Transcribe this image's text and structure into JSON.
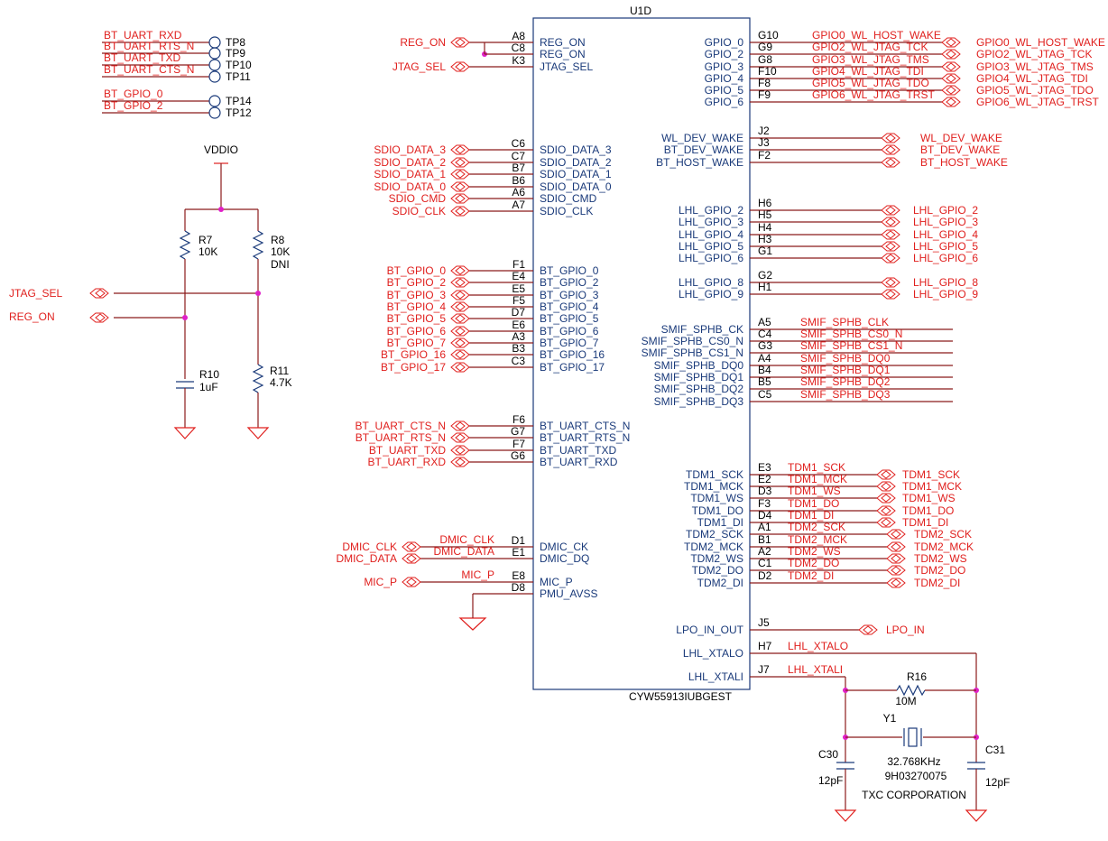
{
  "chip": {
    "ref": "U1D",
    "part": "CYW55913IUBGEST",
    "left_pins": [
      {
        "num": "A8",
        "name": "REG_ON",
        "net": "REG_ON",
        "port": true
      },
      {
        "num": "C8",
        "name": "REG_ON",
        "net": "",
        "port": false
      },
      {
        "num": "K3",
        "name": "JTAG_SEL",
        "net": "JTAG_SEL",
        "port": true
      },
      {
        "num": "C6",
        "name": "SDIO_DATA_3",
        "net": "SDIO_DATA_3",
        "port": true
      },
      {
        "num": "C7",
        "name": "SDIO_DATA_2",
        "net": "SDIO_DATA_2",
        "port": true
      },
      {
        "num": "B7",
        "name": "SDIO_DATA_1",
        "net": "SDIO_DATA_1",
        "port": true
      },
      {
        "num": "B6",
        "name": "SDIO_DATA_0",
        "net": "SDIO_DATA_0",
        "port": true
      },
      {
        "num": "A6",
        "name": "SDIO_CMD",
        "net": "SDIO_CMD",
        "port": true
      },
      {
        "num": "A7",
        "name": "SDIO_CLK",
        "net": "SDIO_CLK",
        "port": true
      },
      {
        "num": "F1",
        "name": "BT_GPIO_0",
        "net": "BT_GPIO_0",
        "port": true
      },
      {
        "num": "E4",
        "name": "BT_GPIO_2",
        "net": "BT_GPIO_2",
        "port": true
      },
      {
        "num": "E5",
        "name": "BT_GPIO_3",
        "net": "BT_GPIO_3",
        "port": true
      },
      {
        "num": "F5",
        "name": "BT_GPIO_4",
        "net": "BT_GPIO_4",
        "port": true
      },
      {
        "num": "D7",
        "name": "BT_GPIO_5",
        "net": "BT_GPIO_5",
        "port": true
      },
      {
        "num": "E6",
        "name": "BT_GPIO_6",
        "net": "BT_GPIO_6",
        "port": true
      },
      {
        "num": "A3",
        "name": "BT_GPIO_7",
        "net": "BT_GPIO_7",
        "port": true
      },
      {
        "num": "B3",
        "name": "BT_GPIO_16",
        "net": "BT_GPIO_16",
        "port": true
      },
      {
        "num": "C3",
        "name": "BT_GPIO_17",
        "net": "BT_GPIO_17",
        "port": true
      },
      {
        "num": "F6",
        "name": "BT_UART_CTS_N",
        "net": "BT_UART_CTS_N",
        "port": true
      },
      {
        "num": "G7",
        "name": "BT_UART_RTS_N",
        "net": "BT_UART_RTS_N",
        "port": true
      },
      {
        "num": "F7",
        "name": "BT_UART_TXD",
        "net": "BT_UART_TXD",
        "port": true
      },
      {
        "num": "G6",
        "name": "BT_UART_RXD",
        "net": "BT_UART_RXD",
        "port": true
      },
      {
        "num": "D1",
        "name": "DMIC_CK",
        "net": "DMIC_CLK",
        "port": true,
        "wire_label": "DMIC_CLK"
      },
      {
        "num": "E1",
        "name": "DMIC_DQ",
        "net": "DMIC_DATA",
        "port": true,
        "wire_label": "DMIC_DATA"
      },
      {
        "num": "E8",
        "name": "MIC_P",
        "net": "MIC_P",
        "port": true,
        "wire_label": "MIC_P"
      },
      {
        "num": "D8",
        "name": "PMU_AVSS",
        "net": "",
        "port": false
      }
    ],
    "right_pins": [
      {
        "num": "G10",
        "name": "GPIO_0",
        "wire_label": "GPIO0_WL_HOST_WAKE",
        "net": "GPIO0_WL_HOST_WAKE"
      },
      {
        "num": "G9",
        "name": "GPIO_2",
        "wire_label": "GPIO2_WL_JTAG_TCK",
        "net": "GPIO2_WL_JTAG_TCK"
      },
      {
        "num": "G8",
        "name": "GPIO_3",
        "wire_label": "GPIO3_WL_JTAG_TMS",
        "net": "GPIO3_WL_JTAG_TMS"
      },
      {
        "num": "F10",
        "name": "GPIO_4",
        "wire_label": "GPIO4_WL_JTAG_TDI",
        "net": "GPIO4_WL_JTAG_TDI"
      },
      {
        "num": "F8",
        "name": "GPIO_5",
        "wire_label": "GPIO5_WL_JTAG_TDO",
        "net": "GPIO5_WL_JTAG_TDO"
      },
      {
        "num": "F9",
        "name": "GPIO_6",
        "wire_label": "GPIO6_WL_JTAG_TRST",
        "net": "GPIO6_WL_JTAG_TRST"
      },
      {
        "num": "J2",
        "name": "WL_DEV_WAKE",
        "wire_label": "",
        "net": "WL_DEV_WAKE"
      },
      {
        "num": "J3",
        "name": "BT_DEV_WAKE",
        "wire_label": "",
        "net": "BT_DEV_WAKE"
      },
      {
        "num": "F2",
        "name": "BT_HOST_WAKE",
        "wire_label": "",
        "net": "BT_HOST_WAKE"
      },
      {
        "num": "H6",
        "name": "LHL_GPIO_2",
        "wire_label": "",
        "net": "LHL_GPIO_2"
      },
      {
        "num": "H5",
        "name": "LHL_GPIO_3",
        "wire_label": "",
        "net": "LHL_GPIO_3"
      },
      {
        "num": "H4",
        "name": "LHL_GPIO_4",
        "wire_label": "",
        "net": "LHL_GPIO_4"
      },
      {
        "num": "H3",
        "name": "LHL_GPIO_5",
        "wire_label": "",
        "net": "LHL_GPIO_5"
      },
      {
        "num": "G1",
        "name": "LHL_GPIO_6",
        "wire_label": "",
        "net": "LHL_GPIO_6"
      },
      {
        "num": "G2",
        "name": "LHL_GPIO_8",
        "wire_label": "",
        "net": "LHL_GPIO_8"
      },
      {
        "num": "H1",
        "name": "LHL_GPIO_9",
        "wire_label": "",
        "net": "LHL_GPIO_9"
      },
      {
        "num": "A5",
        "name": "SMIF_SPHB_CK",
        "wire_label": "SMIF_SPHB_CLK",
        "net": ""
      },
      {
        "num": "C4",
        "name": "SMIF_SPHB_CS0_N",
        "wire_label": "SMIF_SPHB_CS0_N",
        "net": ""
      },
      {
        "num": "G3",
        "name": "SMIF_SPHB_CS1_N",
        "wire_label": "SMIF_SPHB_CS1_N",
        "net": ""
      },
      {
        "num": "A4",
        "name": "SMIF_SPHB_DQ0",
        "wire_label": "SMIF_SPHB_DQ0",
        "net": ""
      },
      {
        "num": "B4",
        "name": "SMIF_SPHB_DQ1",
        "wire_label": "SMIF_SPHB_DQ1",
        "net": ""
      },
      {
        "num": "B5",
        "name": "SMIF_SPHB_DQ2",
        "wire_label": "SMIF_SPHB_DQ2",
        "net": ""
      },
      {
        "num": "C5",
        "name": "SMIF_SPHB_DQ3",
        "wire_label": "SMIF_SPHB_DQ3",
        "net": ""
      },
      {
        "num": "E3",
        "name": "TDM1_SCK",
        "wire_label": "TDM1_SCK",
        "net": "TDM1_SCK"
      },
      {
        "num": "E2",
        "name": "TDM1_MCK",
        "wire_label": "TDM1_MCK",
        "net": "TDM1_MCK"
      },
      {
        "num": "D3",
        "name": "TDM1_WS",
        "wire_label": "TDM1_WS",
        "net": "TDM1_WS"
      },
      {
        "num": "F3",
        "name": "TDM1_DO",
        "wire_label": "TDM1_DO",
        "net": "TDM1_DO"
      },
      {
        "num": "D4",
        "name": "TDM1_DI",
        "wire_label": "TDM1_DI",
        "net": "TDM1_DI"
      },
      {
        "num": "A1",
        "name": "TDM2_SCK",
        "wire_label": "TDM2_SCK",
        "net": "TDM2_SCK"
      },
      {
        "num": "B1",
        "name": "TDM2_MCK",
        "wire_label": "TDM2_MCK",
        "net": "TDM2_MCK"
      },
      {
        "num": "A2",
        "name": "TDM2_WS",
        "wire_label": "TDM2_WS",
        "net": "TDM2_WS"
      },
      {
        "num": "C1",
        "name": "TDM2_DO",
        "wire_label": "TDM2_DO",
        "net": "TDM2_DO"
      },
      {
        "num": "D2",
        "name": "TDM2_DI",
        "wire_label": "TDM2_DI",
        "net": "TDM2_DI"
      },
      {
        "num": "J5",
        "name": "LPO_IN_OUT",
        "wire_label": "",
        "net": "LPO_IN"
      },
      {
        "num": "H7",
        "name": "LHL_XTALO",
        "wire_label": "LHL_XTALO",
        "net": ""
      },
      {
        "num": "J7",
        "name": "LHL_XTALI",
        "wire_label": "LHL_XTALI",
        "net": ""
      }
    ]
  },
  "test_points": [
    {
      "net": "BT_UART_RXD",
      "tp": "TP8"
    },
    {
      "net": "BT_UART_RTS_N",
      "tp": "TP9"
    },
    {
      "net": "BT_UART_TXD",
      "tp": "TP10"
    },
    {
      "net": "BT_UART_CTS_N",
      "tp": "TP11"
    },
    {
      "net": "BT_GPIO_0",
      "tp": "TP14"
    },
    {
      "net": "BT_GPIO_2",
      "tp": "TP12"
    }
  ],
  "strap": {
    "supply": "VDDIO",
    "r7": {
      "ref": "R7",
      "value": "10K"
    },
    "r8": {
      "ref": "R8",
      "value": "10K",
      "note": "DNI"
    },
    "r10": {
      "ref": "R10",
      "value": "1uF"
    },
    "r11": {
      "ref": "R11",
      "value": "4.7K"
    },
    "net_jtag": "JTAG_SEL",
    "net_reg": "REG_ON"
  },
  "crystal": {
    "r16": {
      "ref": "R16",
      "value": "10M"
    },
    "y1": {
      "ref": "Y1",
      "freq": "32.768KHz",
      "pn": "9H03270075",
      "mfr": "TXC CORPORATION"
    },
    "c30": {
      "ref": "C30",
      "value": "12pF"
    },
    "c31": {
      "ref": "C31",
      "value": "12pF"
    }
  }
}
